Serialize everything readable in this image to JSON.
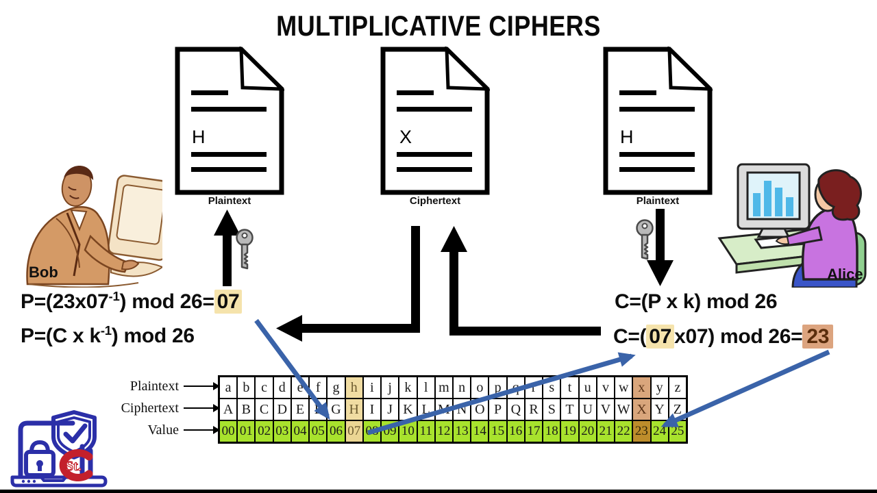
{
  "title": "MULTIPLICATIVE CIPHERS",
  "documents": [
    {
      "letter": "H",
      "label": "Plaintext"
    },
    {
      "letter": "X",
      "label": "Ciphertext"
    },
    {
      "letter": "H",
      "label": "Plaintext"
    }
  ],
  "actors": {
    "left": "Bob",
    "right": "Alice"
  },
  "formulas": {
    "left": [
      {
        "parts": [
          {
            "t": "P=(23x07"
          },
          {
            "t": "-1",
            "sup": true
          },
          {
            "t": ") mod 26="
          },
          {
            "t": "07",
            "hl": "wheat"
          }
        ]
      },
      {
        "parts": [
          {
            "t": "P=(C x k"
          },
          {
            "t": "-1",
            "sup": true
          },
          {
            "t": ") mod 26"
          }
        ]
      }
    ],
    "right": [
      {
        "parts": [
          {
            "t": "C=(P x k) mod 26"
          }
        ]
      },
      {
        "parts": [
          {
            "t": "C=("
          },
          {
            "t": "07",
            "hl": "wheat"
          },
          {
            "t": "x07) mod 26="
          },
          {
            "t": "23",
            "hl": "salmon"
          }
        ]
      }
    ]
  },
  "table": {
    "row_labels": [
      "Plaintext",
      "Ciphertext",
      "Value"
    ],
    "plaintext": [
      "a",
      "b",
      "c",
      "d",
      "e",
      "f",
      "g",
      "h",
      "i",
      "j",
      "k",
      "l",
      "m",
      "n",
      "o",
      "p",
      "q",
      "r",
      "s",
      "t",
      "u",
      "v",
      "w",
      "x",
      "y",
      "z"
    ],
    "ciphertext": [
      "A",
      "B",
      "C",
      "D",
      "E",
      "F",
      "G",
      "H",
      "I",
      "J",
      "K",
      "L",
      "M",
      "N",
      "O",
      "P",
      "Q",
      "R",
      "S",
      "T",
      "U",
      "V",
      "W",
      "X",
      "Y",
      "Z"
    ],
    "values": [
      "00",
      "01",
      "02",
      "03",
      "04",
      "05",
      "06",
      "07",
      "08",
      "09",
      "10",
      "11",
      "12",
      "13",
      "14",
      "15",
      "16",
      "17",
      "18",
      "19",
      "20",
      "21",
      "22",
      "23",
      "24",
      "25"
    ],
    "highlight": {
      "wheat_column_index": 7,
      "salmon_column_index": 23
    }
  },
  "icons": [
    "document-icon",
    "key-icon",
    "flow-arrow",
    "security-logo",
    "bob-clipart",
    "alice-clipart"
  ],
  "colors": {
    "arrow_blue": "#3A63A9",
    "value_green": "#A8E22D",
    "wheat_highlight": "#F0DCA2",
    "salmon_highlight": "#D9A67C",
    "gold_cell": "#BD8D2B",
    "logo_navy": "#2B2FA8",
    "logo_red": "#C3202C"
  }
}
